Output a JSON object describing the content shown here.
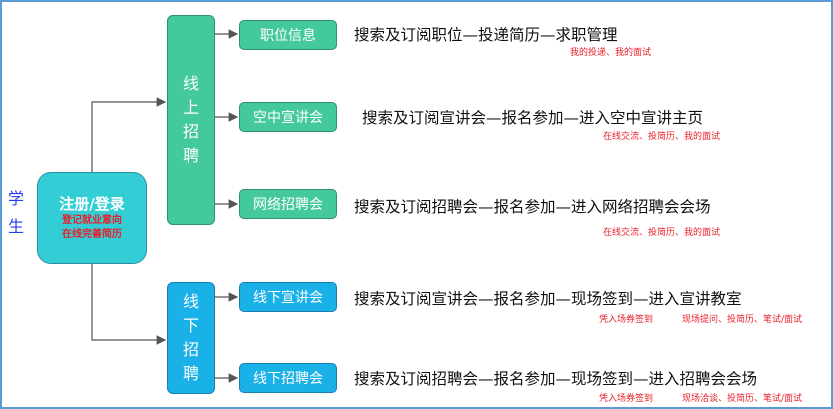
{
  "side_label": [
    "学",
    "生"
  ],
  "student": {
    "title": "注册/登录",
    "notes": [
      "登记就业意向",
      "在线完善简历"
    ]
  },
  "online": {
    "label": "线上招聘",
    "items": [
      {
        "name": "职位信息",
        "flow": "搜索及订阅职位—投递简历—求职管理",
        "note": "我的投递、我的面试"
      },
      {
        "name": "空中宣讲会",
        "flow": "搜索及订阅宣讲会—报名参加—进入空中宣讲主页",
        "note": "在线交流、投简历、我的面试"
      },
      {
        "name": "网络招聘会",
        "flow": "搜索及订阅招聘会—报名参加—进入网络招聘会会场",
        "note": "在线交流、投简历、我的面试"
      }
    ]
  },
  "offline": {
    "label": "线下招聘",
    "items": [
      {
        "name": "线下宣讲会",
        "flow": "搜索及订阅宣讲会—报名参加—现场签到—进入宣讲教室",
        "note1": "凭入场券签到",
        "note2": "现场提问、投简历、笔试/面试"
      },
      {
        "name": "线下招聘会",
        "flow": "搜索及订阅招聘会—报名参加—现场签到—进入招聘会会场",
        "note1": "凭入场券签到",
        "note2": "现场洽谈、投简历、笔试/面试"
      }
    ]
  }
}
